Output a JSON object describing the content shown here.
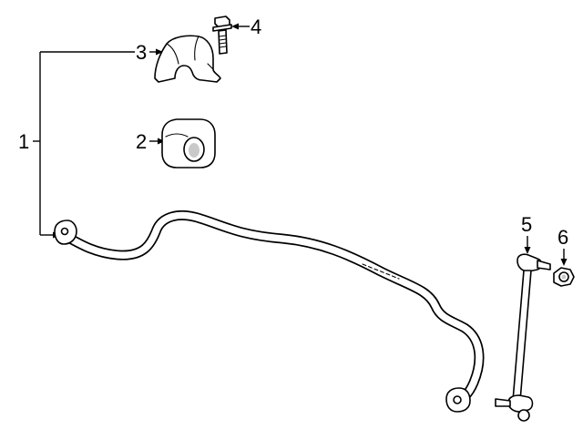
{
  "callouts": [
    {
      "id": "1",
      "label": "1"
    },
    {
      "id": "2",
      "label": "2"
    },
    {
      "id": "3",
      "label": "3"
    },
    {
      "id": "4",
      "label": "4"
    },
    {
      "id": "5",
      "label": "5"
    },
    {
      "id": "6",
      "label": "6"
    }
  ],
  "parts": [
    {
      "callout": "1",
      "icon": "stabilizer-bar-icon"
    },
    {
      "callout": "2",
      "icon": "bushing-icon"
    },
    {
      "callout": "3",
      "icon": "bracket-icon"
    },
    {
      "callout": "4",
      "icon": "bolt-icon"
    },
    {
      "callout": "5",
      "icon": "stabilizer-link-icon"
    },
    {
      "callout": "6",
      "icon": "nut-icon"
    }
  ]
}
